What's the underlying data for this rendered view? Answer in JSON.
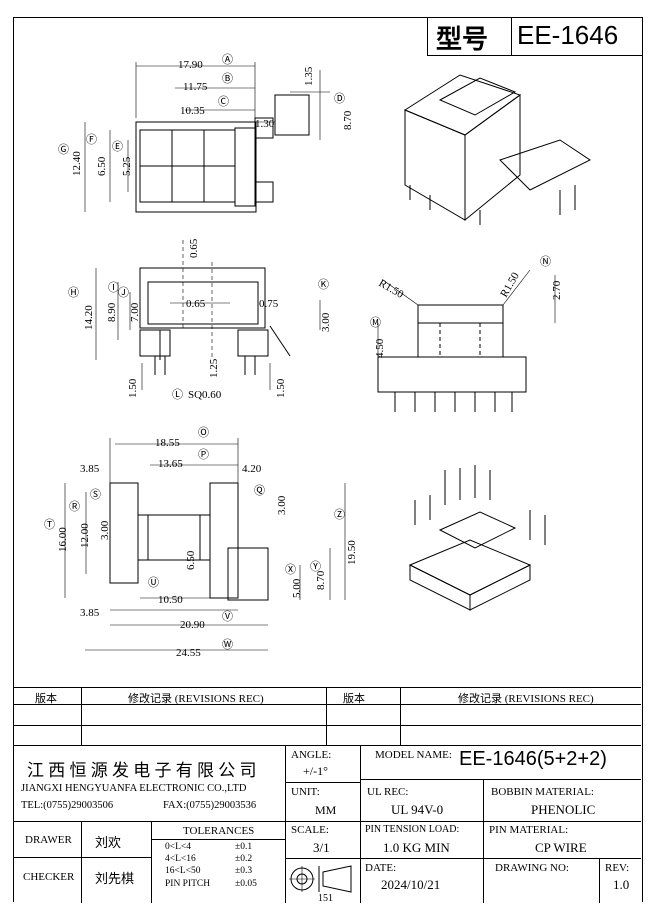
{
  "title_block": {
    "label": "型号",
    "model": "EE-1646"
  },
  "dims_top": {
    "d1": "17.90",
    "d2": "11.75",
    "d3": "10.35",
    "d4": "1.35",
    "d5": "1.30",
    "d6": "8.70",
    "d7": "12.40",
    "d8": "6.50",
    "d9": "5.25",
    "mA": "Ⓐ",
    "mB": "Ⓑ",
    "mC": "Ⓒ",
    "mD": "Ⓓ",
    "mE": "Ⓔ",
    "mF": "Ⓕ",
    "mG": "Ⓖ"
  },
  "dims_mid": {
    "d1": "0.65",
    "d2": "0.65",
    "d3": "0.75",
    "d4": "14.20",
    "d5": "8.90",
    "d6": "7.00",
    "d7": "3.00",
    "d8": "1.25",
    "d9": "1.50",
    "d10": "1.50",
    "d11": "SQ0.60",
    "mH": "Ⓗ",
    "mI": "Ⓘ",
    "mJ": "Ⓙ",
    "mK": "Ⓚ",
    "mL": "Ⓛ"
  },
  "dims_side": {
    "r1": "R1.50",
    "r2": "R1.50",
    "d1": "2.70",
    "d2": "4.50",
    "mN": "Ⓝ",
    "mM": "Ⓜ"
  },
  "dims_bottom": {
    "d1": "18.55",
    "d2": "13.65",
    "d3": "3.85",
    "d4": "4.20",
    "d5": "16.00",
    "d6": "12.00",
    "d7": "3.00",
    "d8": "3.00",
    "d9": "6.50",
    "d10": "10.50",
    "d11": "19.50",
    "d12": "8.70",
    "d13": "5.00",
    "d14": "3.85",
    "d15": "20.90",
    "d16": "24.55",
    "mO": "Ⓞ",
    "mP": "Ⓟ",
    "mQ": "Ⓠ",
    "mR": "Ⓡ",
    "mS": "Ⓢ",
    "mT": "Ⓣ",
    "mU": "Ⓤ",
    "mV": "Ⓥ",
    "mW": "Ⓦ",
    "mX": "Ⓧ",
    "mY": "Ⓨ",
    "mZ": "Ⓩ"
  },
  "revisions": {
    "col1": "版本",
    "col2": "修改记录 (REVISIONS REC)",
    "col3": "版本",
    "col4": "修改记录 (REVISIONS REC)"
  },
  "company": {
    "name_cn": "江 西 恒 源 发 电 子 有 限 公 司",
    "name_en": "JIANGXI HENGYUANFA ELECTRONIC CO.,LTD",
    "tel": "TEL:(0755)29003506",
    "fax": "FAX:(0755)29003536"
  },
  "angle": {
    "label": "ANGLE:",
    "value": "+/-1°"
  },
  "model_name": {
    "label": "MODEL NAME:",
    "value": "EE-1646(5+2+2)"
  },
  "unit": {
    "label": "UNIT:",
    "value": "MM"
  },
  "ul_rec": {
    "label": "UL REC:",
    "value": "UL 94V-0"
  },
  "bobbin": {
    "label": "BOBBIN MATERIAL:",
    "value": "PHENOLIC"
  },
  "drawer": {
    "label": "DRAWER",
    "value": "刘欢"
  },
  "checker": {
    "label": "CHECKER",
    "value": "刘先棋"
  },
  "tolerances": {
    "label": "TOLERANCES",
    "rows": [
      {
        "range": "0<L<4",
        "tol": "±0.1"
      },
      {
        "range": "4<L<16",
        "tol": "±0.2"
      },
      {
        "range": "16<L<50",
        "tol": "±0.3"
      },
      {
        "range": "PIN PITCH",
        "tol": "±0.05"
      }
    ]
  },
  "scale": {
    "label": "SCALE:",
    "value": "3/1"
  },
  "pin_tension": {
    "label": "PIN TENSION LOAD:",
    "value": "1.0 KG MIN"
  },
  "pin_material": {
    "label": "PIN MATERIAL:",
    "value": "CP WIRE"
  },
  "date": {
    "label": "DATE:",
    "value": "2024/10/21"
  },
  "drawing_no": {
    "label": "DRAWING NO:",
    "value": ""
  },
  "rev": {
    "label": "REV:",
    "value": "1.0"
  },
  "footer": {
    "page": "151"
  }
}
